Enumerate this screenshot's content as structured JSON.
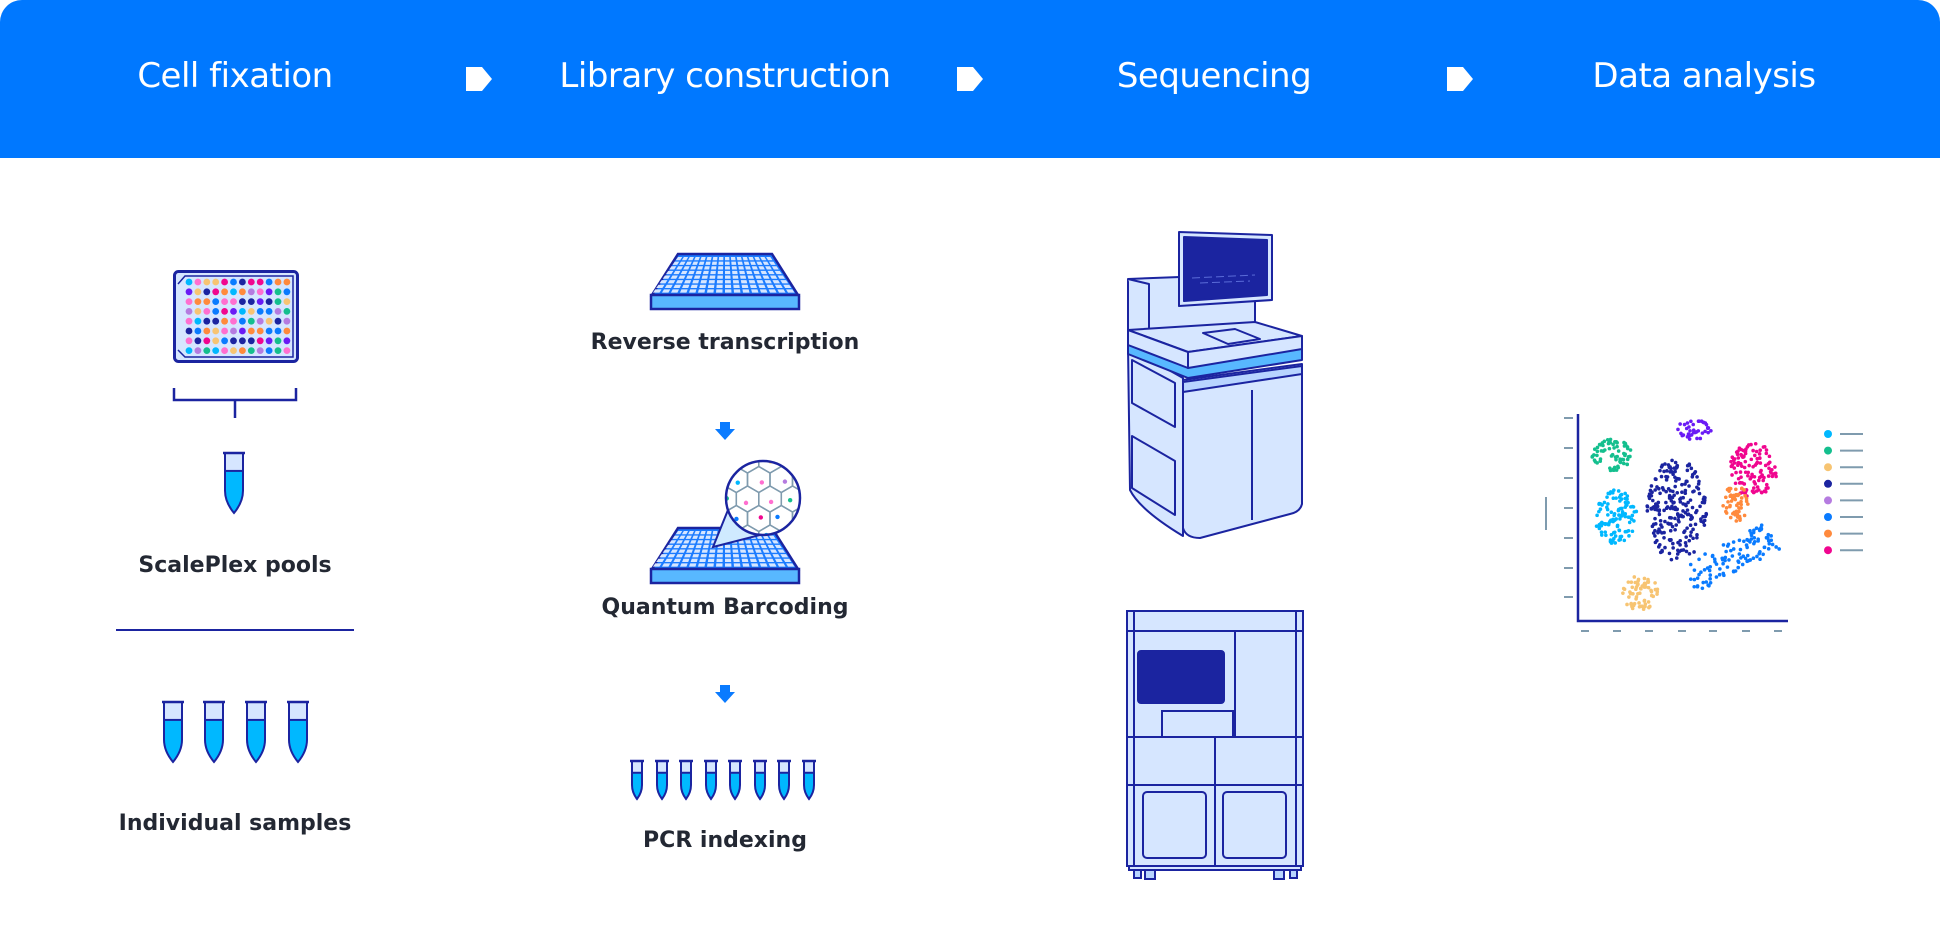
{
  "header": {
    "steps": [
      "Cell fixation",
      "Library construction",
      "Sequencing",
      "Data analysis"
    ]
  },
  "cell_fixation": {
    "pool_label": "ScalePlex pools",
    "individual_label": "Individual samples"
  },
  "library_construction": {
    "steps": [
      "Reverse transcription",
      "Quantum Barcoding",
      "PCR indexing"
    ]
  },
  "colors": {
    "brand_blue": "#0078FF",
    "navy": "#1B24A0",
    "light_fill": "#D6E6FF",
    "sky": "#58B8FF",
    "tube_liquid": "#00B8FF",
    "text": "#232833",
    "palette": [
      "#00B8FF",
      "#14BF8E",
      "#F7C472",
      "#1B24A0",
      "#B57BE0",
      "#0A7BFF",
      "#FF8A3D",
      "#F0068F",
      "#6A1BF5",
      "#FF6FD0"
    ]
  },
  "scatter_legend": [
    "#00B8FF",
    "#14BF8E",
    "#F7C472",
    "#1B24A0",
    "#B57BE0",
    "#0A7BFF",
    "#FF8A3D",
    "#F0068F"
  ]
}
